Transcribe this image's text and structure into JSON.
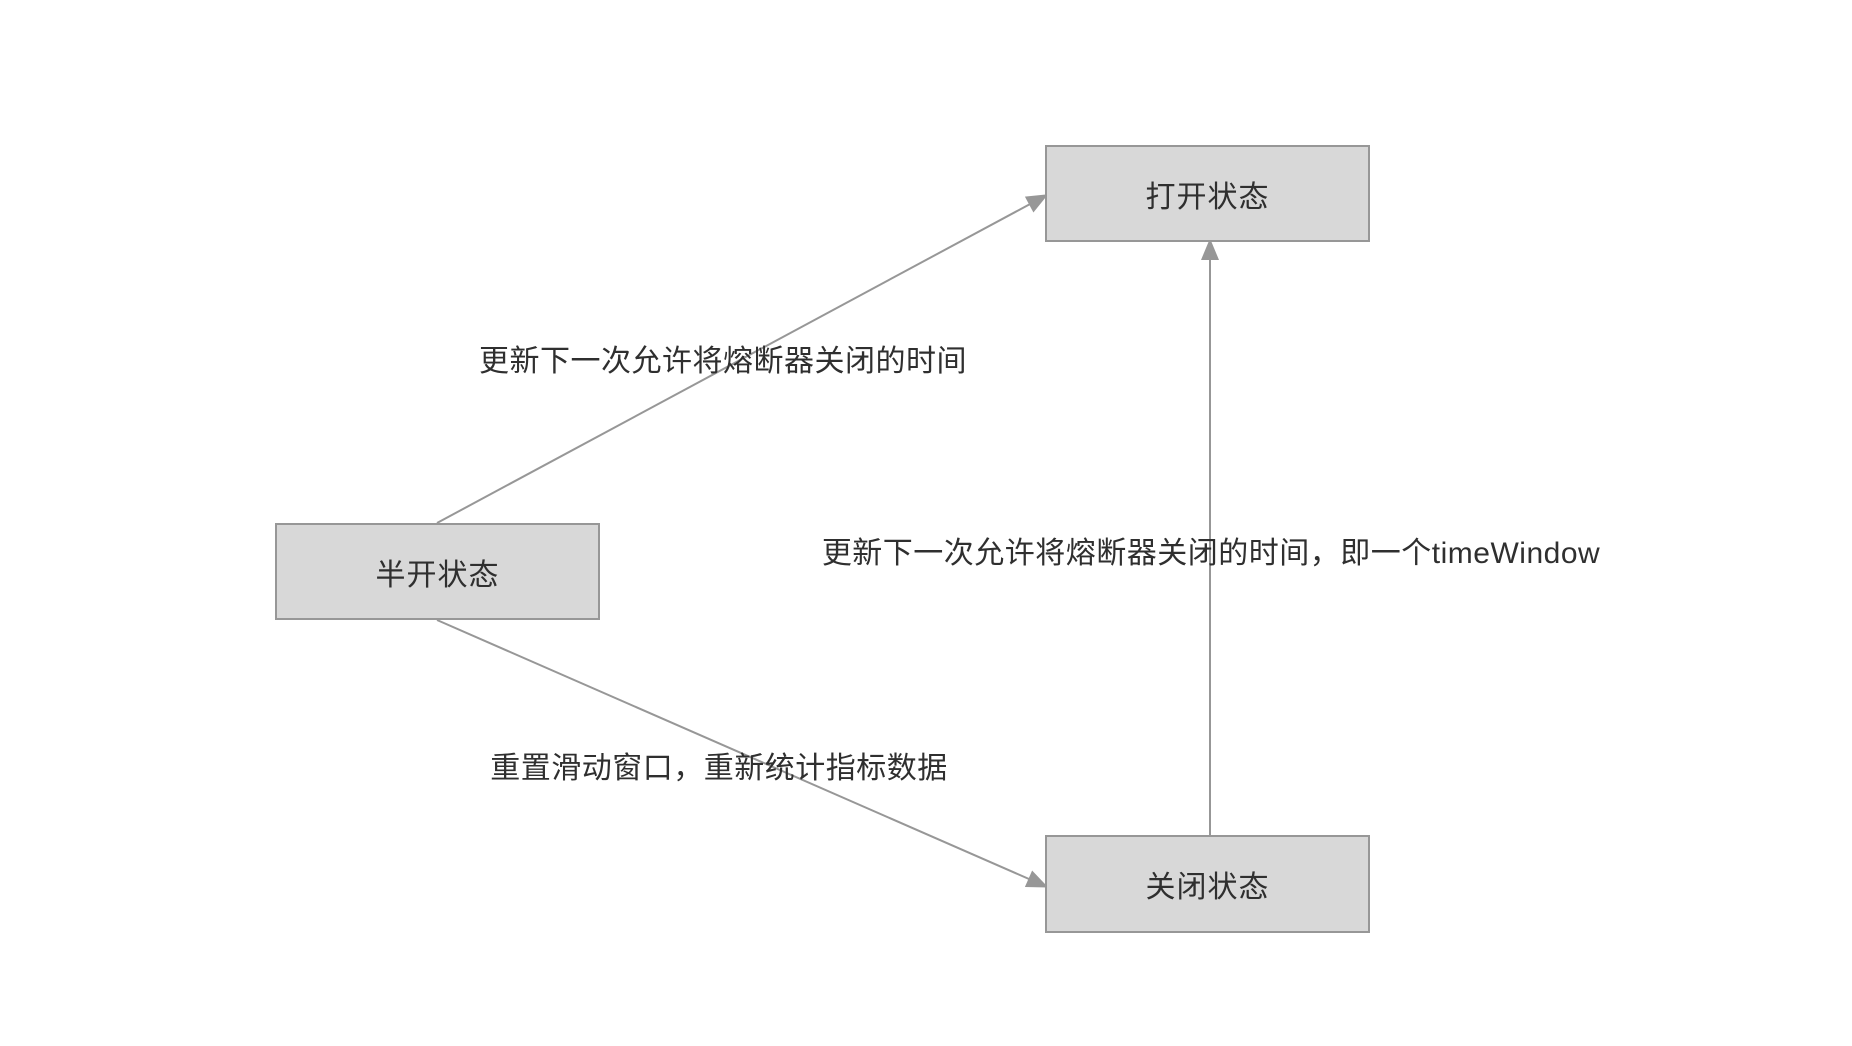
{
  "diagram": {
    "title": "circuit-breaker-state-machine",
    "colors": {
      "background": "#ffffff",
      "node_fill": "#d8d8d8",
      "node_border": "#979797",
      "edge_line": "#979797",
      "text": "#2f2f2f"
    },
    "nodes": [
      {
        "id": "open-state",
        "label": "打开状态"
      },
      {
        "id": "half-open-state",
        "label": "半开状态"
      },
      {
        "id": "closed-state",
        "label": "关闭状态"
      }
    ],
    "edges": [
      {
        "from": "half-open-state",
        "to": "open-state",
        "label": "更新下一次允许将熔断器关闭的时间"
      },
      {
        "from": "closed-state",
        "to": "open-state",
        "label": "更新下一次允许将熔断器关闭的时间，即一个timeWindow"
      },
      {
        "from": "half-open-state",
        "to": "closed-state",
        "label": "重置滑动窗口，重新统计指标数据"
      }
    ]
  }
}
